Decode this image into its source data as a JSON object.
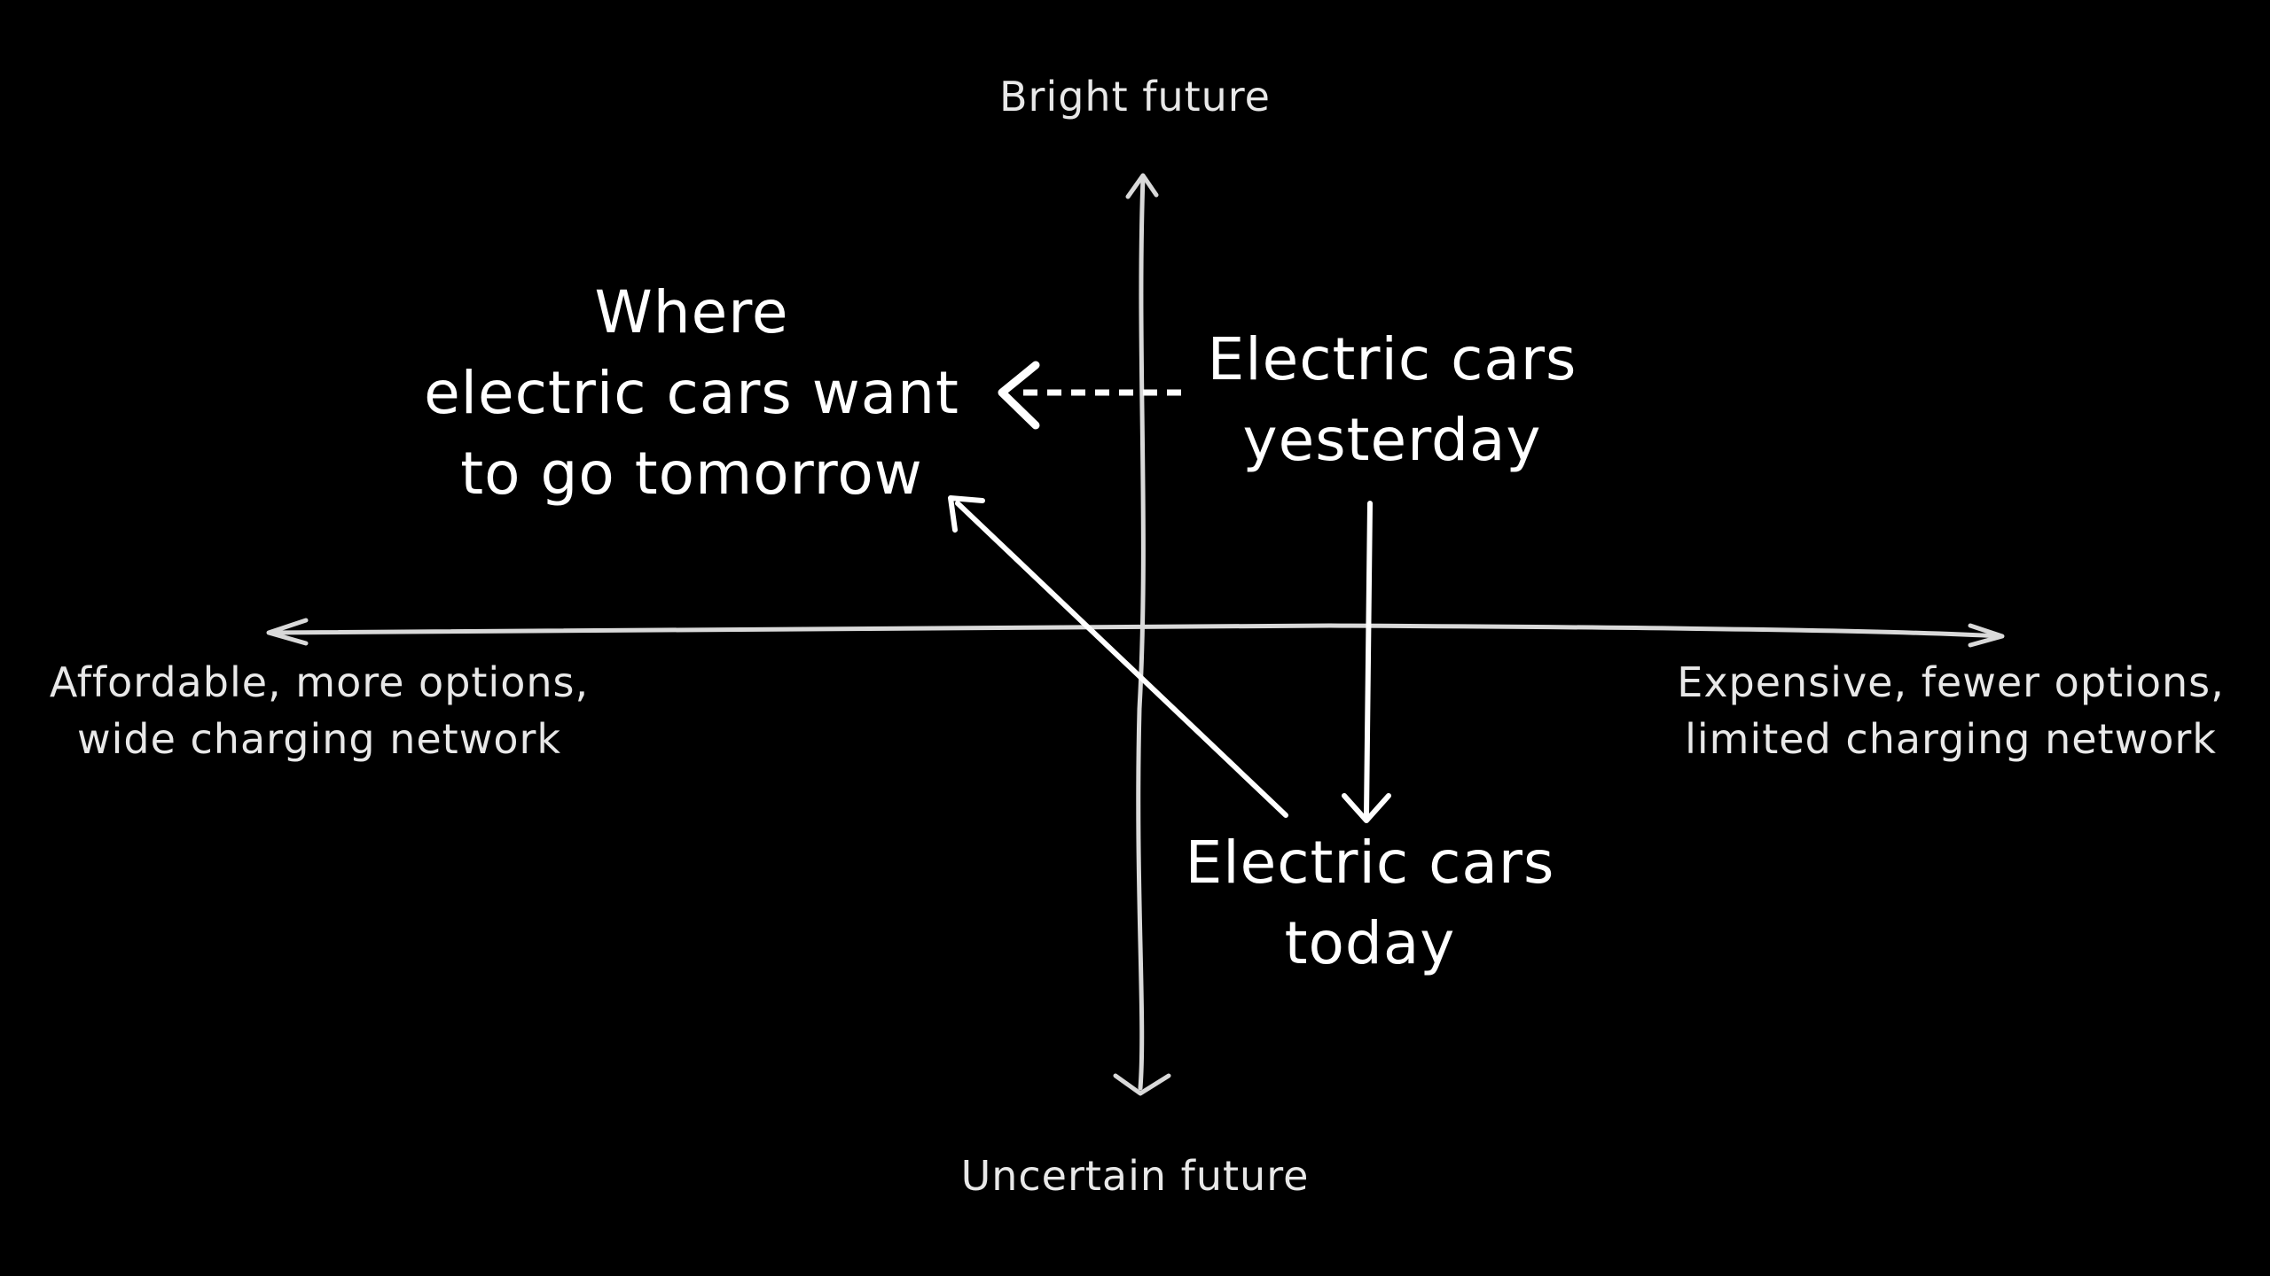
{
  "axes": {
    "top": "Bright future",
    "bottom": "Uncertain future",
    "left": [
      "Affordable, more options,",
      "wide charging network"
    ],
    "right": [
      "Expensive, fewer options,",
      "limited charging network"
    ]
  },
  "labels": {
    "tomorrow": [
      "Where",
      "electric cars want",
      "to go tomorrow"
    ],
    "yesterday": [
      "Electric cars",
      "yesterday"
    ],
    "today": [
      "Electric cars",
      "today"
    ]
  },
  "colors": {
    "background": "#000000",
    "text": "#ffffff",
    "axis": "#d9d9d9"
  }
}
